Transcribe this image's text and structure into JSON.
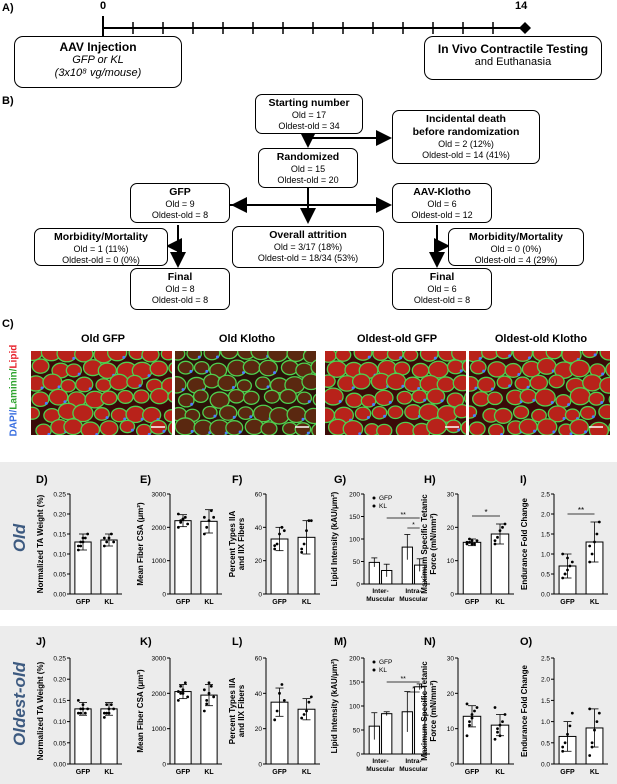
{
  "panels": {
    "A": "A)",
    "B": "B)",
    "C": "C)",
    "D": "D)",
    "E": "E)",
    "F": "F)",
    "G": "G)",
    "H": "H)",
    "I": "I)",
    "J": "J)",
    "K": "K)",
    "L": "L)",
    "M": "M)",
    "N": "N)",
    "O": "O)"
  },
  "timeline": {
    "start_day": "0",
    "end_day": "14",
    "injection": {
      "title": "AAV Injection",
      "line2": "GFP or KL",
      "line3": "(3x10⁸ vg/mouse)"
    },
    "testing": {
      "title": "In Vivo Contractile Testing",
      "line2": "and Euthanasia"
    }
  },
  "flow": {
    "start": {
      "title": "Starting number",
      "lines": [
        "Old = 17",
        "Oldest-old = 34"
      ]
    },
    "incidental": {
      "title_1": "Incidental death",
      "title_2": "before randomization",
      "lines": [
        "Old = 2 (12%)",
        "Oldest-old = 14 (41%)"
      ]
    },
    "randomized": {
      "title": "Randomized",
      "lines": [
        "Old = 15",
        "Oldest-old = 20"
      ]
    },
    "gfp": {
      "title": "GFP",
      "lines": [
        "Old = 9",
        "Oldest-old = 8"
      ]
    },
    "klotho": {
      "title": "AAV-Klotho",
      "lines": [
        "Old = 6",
        "Oldest-old = 12"
      ]
    },
    "morb_left": {
      "title": "Morbidity/Mortality",
      "lines": [
        "Old = 1 (11%)",
        "Oldest-old = 0 (0%)"
      ]
    },
    "attrition": {
      "title": "Overall attrition",
      "lines": [
        "Old = 3/17 (18%)",
        "Oldest-old = 18/34 (53%)"
      ]
    },
    "morb_right": {
      "title": "Morbidity/Mortality",
      "lines": [
        "Old = 0 (0%)",
        "Oldest-old = 4 (29%)"
      ]
    },
    "final_left": {
      "title": "Final",
      "lines": [
        "Old = 8",
        "Oldest-old = 8"
      ]
    },
    "final_right": {
      "title": "Final",
      "lines": [
        "Old = 6",
        "Oldest-old = 8"
      ]
    }
  },
  "micrographs": {
    "side_label": {
      "dapi": "DAPI/",
      "laminin": "Laminin/",
      "lipid": "Lipid"
    },
    "titles": [
      "Old GFP",
      "Old Klotho",
      "Oldest-old GFP",
      "Oldest-old Klotho"
    ]
  },
  "rows": {
    "old": "Old",
    "oldest": "Oldest-old"
  },
  "colors": {
    "row_label": "#3d5a80",
    "band_bg": "#ececec",
    "bar_fill": "#ffffff",
    "dapi": "#3a6fe0",
    "laminin": "#3fd23f",
    "lipid": "#e8222c"
  },
  "chart_data": [
    {
      "id": "D",
      "type": "bar",
      "ylabel": "Normalized TA Weight (%)",
      "categories": [
        "GFP",
        "KL"
      ],
      "ylim": [
        0,
        0.25
      ],
      "yticks": [
        "0.00",
        "0.05",
        "0.10",
        "0.15",
        "0.20",
        "0.25"
      ],
      "values": [
        0.13,
        0.135
      ],
      "errors": [
        0.02,
        0.015
      ],
      "points": [
        [
          0.11,
          0.12,
          0.13,
          0.14,
          0.15,
          0.12,
          0.13,
          0.14
        ],
        [
          0.12,
          0.13,
          0.14,
          0.15,
          0.13,
          0.14
        ]
      ]
    },
    {
      "id": "E",
      "type": "bar",
      "ylabel": "Mean Fiber CSA (μm²)",
      "categories": [
        "GFP",
        "KL"
      ],
      "ylim": [
        0,
        3000
      ],
      "yticks": [
        "0",
        "1000",
        "2000",
        "3000"
      ],
      "values": [
        2200,
        2180
      ],
      "errors": [
        180,
        350
      ],
      "points": [
        [
          2000,
          2150,
          2250,
          2300,
          2100,
          2400,
          2200,
          2250
        ],
        [
          1800,
          2000,
          2200,
          2500,
          2300,
          2300
        ]
      ]
    },
    {
      "id": "F",
      "type": "bar",
      "ylabel": "Percent Types IIA and IIX Fibers",
      "categories": [
        "GFP",
        "KL"
      ],
      "ylim": [
        0,
        60
      ],
      "yticks": [
        "0",
        "20",
        "40",
        "60"
      ],
      "values": [
        33,
        34
      ],
      "errors": [
        7,
        10
      ],
      "points": [
        [
          27,
          30,
          36,
          40,
          38,
          29
        ],
        [
          25,
          30,
          38,
          44,
          44,
          27
        ]
      ]
    },
    {
      "id": "G",
      "type": "bar",
      "ylabel": "Lipid Intensity (kAU/μm²)",
      "categories": [
        "Inter-Muscular",
        "Intra-Muscular"
      ],
      "series": [
        {
          "name": "GFP",
          "values": [
            48,
            82
          ],
          "errors": [
            10,
            28
          ]
        },
        {
          "name": "KL",
          "values": [
            30,
            42
          ],
          "errors": [
            14,
            14
          ]
        }
      ],
      "ylim": [
        0,
        200
      ],
      "yticks": [
        "0",
        "50",
        "100",
        "150",
        "200"
      ],
      "annotations": [
        "**",
        "*"
      ]
    },
    {
      "id": "H",
      "type": "bar",
      "ylabel": "Maximum Specific Tetanic Force (mN/mm²)",
      "categories": [
        "GFP",
        "KL"
      ],
      "ylim": [
        0,
        30
      ],
      "yticks": [
        "0",
        "10",
        "20",
        "30"
      ],
      "values": [
        15.5,
        18
      ],
      "errors": [
        1,
        3
      ],
      "points": [
        [
          15,
          15.5,
          16,
          15,
          16,
          15.5,
          16.5,
          15
        ],
        [
          15,
          17,
          19,
          20,
          21,
          16
        ]
      ],
      "annotations": [
        "*"
      ]
    },
    {
      "id": "I",
      "type": "bar",
      "ylabel": "Endurance Fold Change",
      "categories": [
        "GFP",
        "KL"
      ],
      "ylim": [
        0,
        2.5
      ],
      "yticks": [
        "0.0",
        "0.5",
        "1.0",
        "1.5",
        "2.0",
        "2.5"
      ],
      "values": [
        0.7,
        1.3
      ],
      "errors": [
        0.3,
        0.5
      ],
      "points": [
        [
          0.4,
          0.5,
          0.6,
          0.7,
          0.8,
          1.0,
          0.5,
          0.9
        ],
        [
          0.8,
          1.0,
          1.3,
          1.5,
          1.8,
          1.2
        ]
      ],
      "annotations": [
        "**"
      ]
    },
    {
      "id": "J",
      "type": "bar",
      "ylabel": "Normalized TA Weight (%)",
      "categories": [
        "GFP",
        "KL"
      ],
      "ylim": [
        0,
        0.25
      ],
      "yticks": [
        "0.00",
        "0.05",
        "0.10",
        "0.15",
        "0.20",
        "0.25"
      ],
      "values": [
        0.13,
        0.13
      ],
      "errors": [
        0.015,
        0.015
      ],
      "points": [
        [
          0.12,
          0.13,
          0.14,
          0.12,
          0.13,
          0.15,
          0.12,
          0.13
        ],
        [
          0.11,
          0.12,
          0.13,
          0.14,
          0.13,
          0.12,
          0.14,
          0.12
        ]
      ]
    },
    {
      "id": "K",
      "type": "bar",
      "ylabel": "Mean Fiber CSA (μm²)",
      "categories": [
        "GFP",
        "KL"
      ],
      "ylim": [
        0,
        3000
      ],
      "yticks": [
        "0",
        "1000",
        "2000",
        "3000"
      ],
      "values": [
        2050,
        1950
      ],
      "errors": [
        200,
        300
      ],
      "points": [
        [
          1800,
          2000,
          2100,
          2300,
          1900,
          2050,
          2200,
          2000
        ],
        [
          1500,
          1800,
          2000,
          2200,
          1900,
          2100,
          1700,
          2300
        ]
      ]
    },
    {
      "id": "L",
      "type": "bar",
      "ylabel": "Percent Types IIA and IIX Fibers",
      "categories": [
        "GFP",
        "KL"
      ],
      "ylim": [
        0,
        60
      ],
      "yticks": [
        "0",
        "20",
        "40",
        "60"
      ],
      "values": [
        35,
        31
      ],
      "errors": [
        8,
        6
      ],
      "points": [
        [
          25,
          30,
          40,
          45,
          36
        ],
        [
          26,
          28,
          30,
          35,
          38
        ]
      ]
    },
    {
      "id": "M",
      "type": "bar",
      "ylabel": "Lipid Intensity (kAU/μm²)",
      "categories": [
        "Inter-Muscular",
        "Intra-Muscular"
      ],
      "series": [
        {
          "name": "GFP",
          "values": [
            58,
            88
          ],
          "errors": [
            28,
            42
          ]
        },
        {
          "name": "KL",
          "values": [
            84,
            140
          ],
          "errors": [
            4,
            6
          ]
        }
      ],
      "ylim": [
        0,
        200
      ],
      "yticks": [
        "0",
        "50",
        "100",
        "150",
        "200"
      ],
      "annotations": [
        "**",
        "*"
      ]
    },
    {
      "id": "N",
      "type": "bar",
      "ylabel": "Maximum Specific Tetanic Force (mN/mm²)",
      "categories": [
        "GFP",
        "KL"
      ],
      "ylim": [
        0,
        30
      ],
      "yticks": [
        "0",
        "10",
        "20",
        "30"
      ],
      "values": [
        13.5,
        11
      ],
      "errors": [
        3,
        3
      ],
      "points": [
        [
          8,
          12,
          14,
          15,
          16,
          17,
          11,
          13
        ],
        [
          7,
          9,
          11,
          12,
          14,
          16,
          10,
          8
        ]
      ]
    },
    {
      "id": "O",
      "type": "bar",
      "ylabel": "Endurance Fold Change",
      "categories": [
        "GFP",
        "KL"
      ],
      "ylim": [
        0,
        2.5
      ],
      "yticks": [
        "0.0",
        "0.5",
        "1.0",
        "1.5",
        "2.0",
        "2.5"
      ],
      "values": [
        0.65,
        0.85
      ],
      "errors": [
        0.35,
        0.45
      ],
      "points": [
        [
          0.3,
          0.5,
          0.7,
          0.9,
          1.2,
          0.4
        ],
        [
          0.2,
          0.5,
          0.8,
          1.0,
          1.2,
          1.3,
          0.4
        ]
      ]
    }
  ]
}
